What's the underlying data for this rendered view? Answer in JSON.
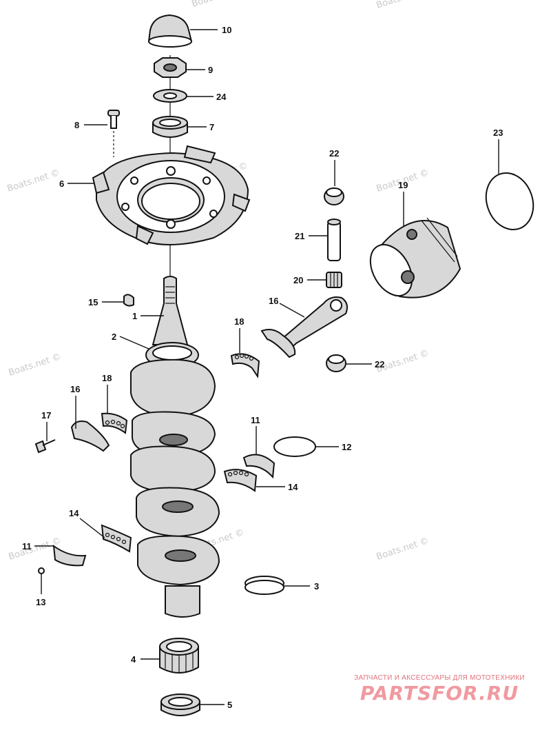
{
  "diagram": {
    "watermark_text": "Boats.net ©",
    "callouts": [
      {
        "key": "p10",
        "label": "10"
      },
      {
        "key": "p9",
        "label": "9"
      },
      {
        "key": "p24",
        "label": "24"
      },
      {
        "key": "p8",
        "label": "8"
      },
      {
        "key": "p7",
        "label": "7"
      },
      {
        "key": "p23",
        "label": "23"
      },
      {
        "key": "p22a",
        "label": "22"
      },
      {
        "key": "p6",
        "label": "6"
      },
      {
        "key": "p19",
        "label": "19"
      },
      {
        "key": "p21",
        "label": "21"
      },
      {
        "key": "p20",
        "label": "20"
      },
      {
        "key": "p15",
        "label": "15"
      },
      {
        "key": "p16a",
        "label": "16"
      },
      {
        "key": "p1",
        "label": "1"
      },
      {
        "key": "p18a",
        "label": "18"
      },
      {
        "key": "p2",
        "label": "2"
      },
      {
        "key": "p22b",
        "label": "22"
      },
      {
        "key": "p16b",
        "label": "16"
      },
      {
        "key": "p18b",
        "label": "18"
      },
      {
        "key": "p17",
        "label": "17"
      },
      {
        "key": "p11a",
        "label": "11"
      },
      {
        "key": "p12",
        "label": "12"
      },
      {
        "key": "p14a",
        "label": "14"
      },
      {
        "key": "p14b",
        "label": "14"
      },
      {
        "key": "p11b",
        "label": "11"
      },
      {
        "key": "p13",
        "label": "13"
      },
      {
        "key": "p3",
        "label": "3"
      },
      {
        "key": "p4",
        "label": "4"
      },
      {
        "key": "p5",
        "label": "5"
      }
    ]
  },
  "footer": {
    "tagline": "ЗАПЧАСТИ И АКСЕССУАРЫ ДЛЯ МОТОТЕХНИКИ",
    "logo": "PARTSFOR.RU",
    "color": "#f09aa0"
  }
}
